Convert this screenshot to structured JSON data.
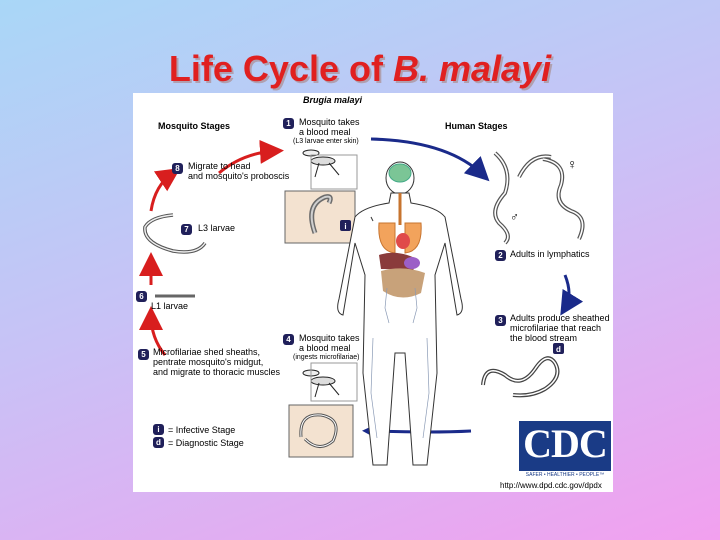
{
  "slide": {
    "title_prefix": "Life Cycle of ",
    "title_italic": "B. malayi"
  },
  "diagram": {
    "title": "Brugia malayi",
    "mosquito_header": "Mosquito Stages",
    "human_header": "Human Stages",
    "steps": [
      {
        "num": "1",
        "lines": [
          "Mosquito takes",
          "a blood meal",
          "(L3 larvae enter skin)"
        ]
      },
      {
        "num": "2",
        "lines": [
          "Adults in lymphatics"
        ]
      },
      {
        "num": "3",
        "lines": [
          "Adults produce sheathed",
          "microfilariae that reach",
          "the blood stream"
        ]
      },
      {
        "num": "4",
        "lines": [
          "Mosquito takes",
          "a blood meal",
          "(ingests microfilariae)"
        ]
      },
      {
        "num": "5",
        "lines": [
          "Microfilariae shed sheaths,",
          "pentrate mosquito's midgut,",
          "and migrate to thoracic muscles"
        ]
      },
      {
        "num": "6",
        "lines": [
          "L1 larvae"
        ]
      },
      {
        "num": "7",
        "lines": [
          "L3 larvae"
        ]
      },
      {
        "num": "8",
        "lines": [
          "Migrate to head",
          "and mosquito's proboscis"
        ]
      }
    ],
    "legend": [
      {
        "symbol": "i",
        "text": "= Infective Stage"
      },
      {
        "symbol": "d",
        "text": "= Diagnostic Stage"
      }
    ],
    "symbols": {
      "female": "♀",
      "male": "♂",
      "infective": "i",
      "diagnostic": "d"
    },
    "logo": {
      "text": "CDC",
      "tagline": "SAFER • HEALTHIER • PEOPLE™"
    },
    "url": "http://www.dpd.cdc.gov/dpdx"
  },
  "colors": {
    "title": "#e02020",
    "arrow_red": "#d81e1e",
    "arrow_blue": "#1a2a8a",
    "step_badge": "#20205a"
  }
}
